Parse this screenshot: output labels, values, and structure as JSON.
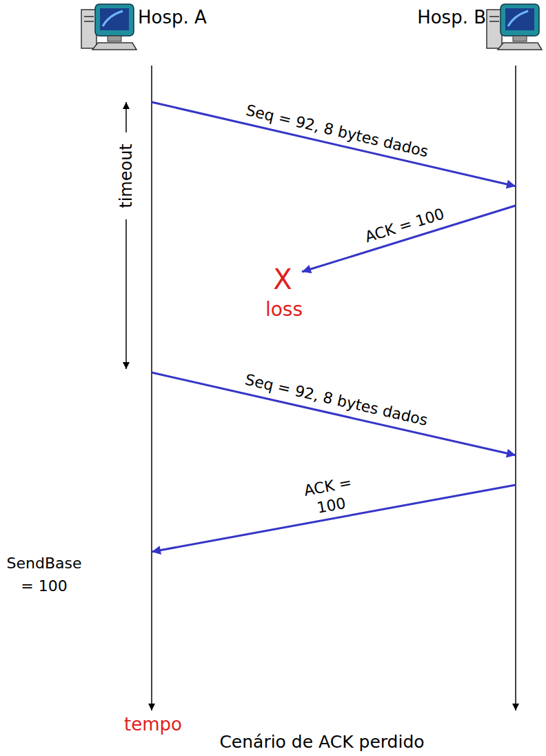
{
  "diagram": {
    "caption": "Cenário de ACK perdido",
    "nodes": [
      {
        "text": [
          "Hosp. A"
        ]
      },
      {
        "text": [
          "Hosp. B"
        ]
      }
    ],
    "edges": [
      {
        "from": 0,
        "to": 1,
        "arrow": "to",
        "label": "Seq = 92, 8 bytes dados"
      },
      {
        "from": 0,
        "to": 1,
        "arrow": "to",
        "label": "Seq = 92, 8 bytes dados"
      },
      {
        "from": 1,
        "to": 0,
        "arrow": "to",
        "label": "ACK = 100"
      }
    ],
    "labels": [
      "timeout",
      "ACK = 100",
      "X",
      "loss",
      "SendBase = 100",
      "tempo"
    ]
  }
}
